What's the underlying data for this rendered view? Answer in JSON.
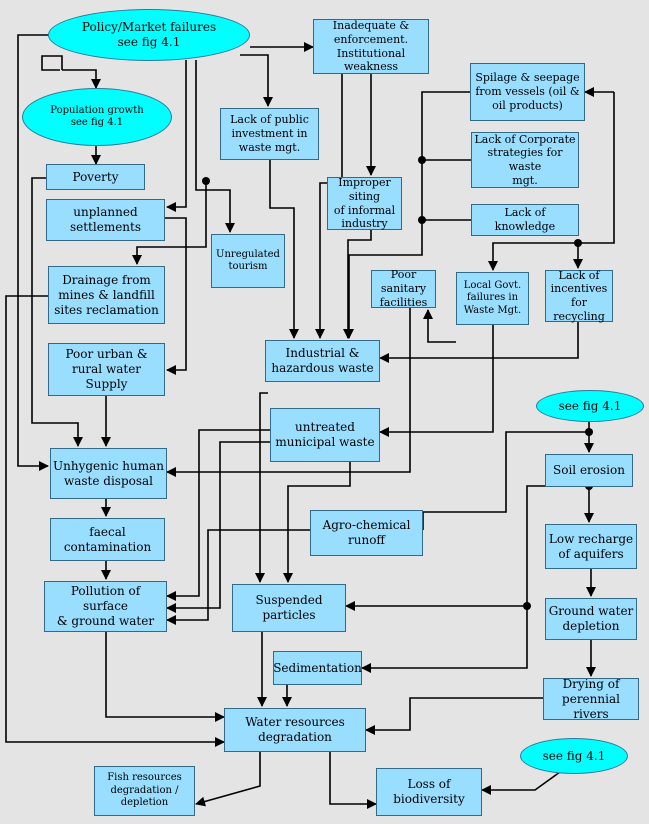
{
  "nodes": {
    "policy": "Policy/Market failures\nsee fig 4.1",
    "population": "Population growth\nsee fig 4.1",
    "poverty": "Poverty",
    "unplanned": "unplanned\nsettlements",
    "drainage": "Drainage from\nmines & landfill\nsites reclamation",
    "poor_water": "Poor urban &\nrural water Supply",
    "unhygenic": "Unhygenic human\nwaste disposal",
    "faecal": "faecal\ncontamination",
    "pollution": "Pollution of surface\n& ground water",
    "inadequate": "Inadequate &\nenforcement.\nInstitutional weakness",
    "lack_public": "Lack of public\ninvestment in\nwaste mgt.",
    "unregulated": "Unregulated\ntourism",
    "improper": "Improper siting\nof informal\nindustry",
    "spilage": "Spilage & seepage\nfrom vessels (oil &\noil products)",
    "corporate": "Lack of Corporate\nstrategies for waste\nmgt.",
    "knowledge": "Lack of knowledge",
    "sanitary": "Poor sanitary\nfacilities",
    "local_govt": "Local Govt.\nfailures in\nWaste Mgt.",
    "incentives": "Lack of\nincentives\nfor recycling",
    "industrial": "Industrial &\nhazardous waste",
    "untreated": "untreated\nmunicipal waste",
    "see41_a": "see fig 4.1",
    "soil": "Soil erosion",
    "low_recharge": "Low recharge\nof aquifers",
    "gw_depletion": "Ground water\ndepletion",
    "drying": "Drying of\nperennial rivers",
    "agro": "Agro-chemical\nrunoff",
    "suspended": "Suspended\nparticles",
    "sedimentation": "Sedimentation",
    "water_res": "Water resources\ndegradation",
    "fish": "Fish resources\ndegradation /\ndepletion",
    "see41_b": "see fig 4.1",
    "biodiversity": "Loss of\nbiodiversity"
  },
  "colors": {
    "box": "#99ddff",
    "oval": "#00ffff",
    "background": "#e4e4e4",
    "line": "#000000"
  }
}
